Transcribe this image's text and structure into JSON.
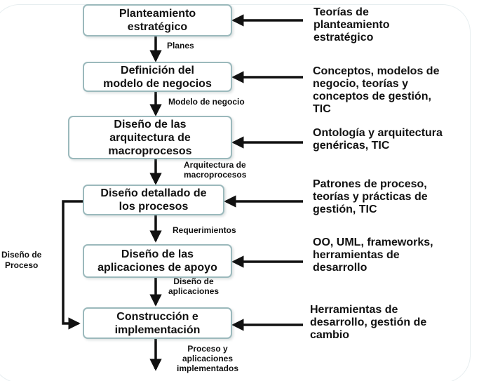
{
  "boxes": [
    {
      "id": "planteamiento",
      "label": "Planteamiento\nestratégico"
    },
    {
      "id": "definicion",
      "label": "Definición del\nmodelo de negocios"
    },
    {
      "id": "arquitectura",
      "label": "Diseño de las\narquitectura de\nmacroprocesos"
    },
    {
      "id": "detallado",
      "label": "Diseño detallado de\nlos procesos"
    },
    {
      "id": "aplicaciones",
      "label": "Diseño de las\naplicaciones de apoyo"
    },
    {
      "id": "construccion",
      "label": "Construcción e\nimplementación"
    }
  ],
  "inputs": [
    "Teorías de\nplanteamiento\nestratégico",
    "Conceptos, modelos de\nnegocio, teorías y\nconceptos de gestión,\nTIC",
    "Ontología y arquitectura\ngenéricas, TIC",
    "Patrones de proceso,\nteorías y prácticas de\ngestión, TIC",
    "OO, UML, frameworks,\nherramientas de\ndesarrollo",
    "Herramientas de\ndesarrollo, gestión de\ncambio"
  ],
  "flows": [
    "Planes",
    "Modelo de negocio",
    "Arquitectura de\nmacroprocesos",
    "Requerimientos",
    "Diseño de\naplicaciones",
    "Proceso y\naplicaciones\nimplementados"
  ],
  "side_label": "Diseño de\nProceso",
  "colors": {
    "box_border": "#9bb9bc",
    "arrow": "#111111",
    "text": "#111111"
  }
}
